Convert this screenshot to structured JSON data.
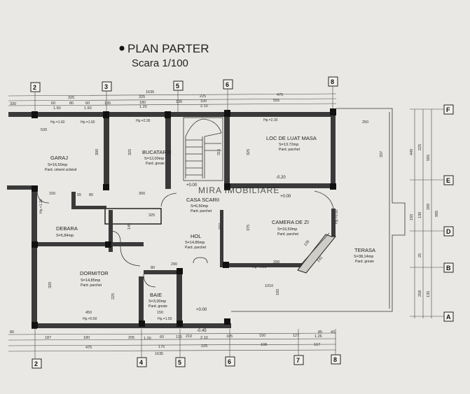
{
  "title": "PLAN PARTER",
  "scale": "Scara 1/100",
  "watermark": "MIRA IMOBILIARE",
  "axes_top": [
    "2",
    "3",
    "5",
    "6",
    "8"
  ],
  "axes_bottom": [
    "2",
    "4",
    "5",
    "6",
    "7",
    "8"
  ],
  "axes_right": [
    "F",
    "E",
    "D",
    "B",
    "A"
  ],
  "rooms": {
    "garaj": {
      "name": "GARAJ",
      "area": "S=16,50mp",
      "floor": "Pard. ciment sclivisit"
    },
    "bucatarie": {
      "name": "BUCATARIE",
      "area": "S=12,00mp",
      "floor": "Pard. gresie"
    },
    "loc_masa": {
      "name": "LOC DE LUAT MASA",
      "area": "S=13.72mp",
      "floor": "Pard. parchet"
    },
    "casa_scarii": {
      "name": "CASA SCARII",
      "area": "S=6,50mp",
      "floor": "Pard. parchet"
    },
    "debara": {
      "name": "DEBARA",
      "area": "S=5,84mp"
    },
    "hol": {
      "name": "HOL",
      "area": "S=14,86mp",
      "floor": "Pard. parchet"
    },
    "camera_zi": {
      "name": "CAMERA DE ZI",
      "area": "S=16,50mp",
      "floor": "Pard. parchet"
    },
    "terasa": {
      "name": "TERASA",
      "area": "S=38,14mp",
      "floor": "Pard. gresie"
    },
    "dormitor": {
      "name": "DORMITOR",
      "area": "S=14,85mp",
      "floor": "Pard. parchet"
    },
    "baie": {
      "name": "BAIE",
      "area": "S=3,00mp",
      "floor": "Pard. gresie"
    }
  },
  "levels": {
    "l1": "+0.00",
    "l2": "+0.00",
    "l3": "+0.00",
    "l4": "-0.20",
    "l5": "-0.45"
  },
  "dims_top": {
    "r1": [
      "325",
      "325",
      "225",
      "475"
    ],
    "total": "1635",
    "r2": [
      "330",
      "60",
      "80",
      "60",
      "135",
      "180",
      "135",
      "100",
      "555"
    ],
    "r3": [
      "1.50",
      "1.50",
      "1.20",
      "2.10"
    ]
  },
  "dims_bottom": {
    "r1": [
      "187",
      "180",
      "205",
      "60",
      "115",
      "210",
      "105",
      "150",
      "127",
      "85",
      "43"
    ],
    "r2": [
      "475",
      "175",
      "225",
      "108",
      "167"
    ],
    "total": "1635",
    "r0": [
      "80",
      "1.20",
      "2.10",
      "1.26"
    ]
  },
  "dims_right": [
    "440",
    "150",
    "225",
    "130",
    "25",
    "200",
    "258",
    "565",
    "985",
    "135"
  ],
  "inner_dims": {
    "garaj_w": "530",
    "garaj_h": "300",
    "buc_h": "325",
    "buc_w": "300",
    "loc_w": "250",
    "loc_h": "325",
    "hol_h": "337",
    "cam_h": "375",
    "cam_w": "290",
    "hol_w": "1010",
    "dorm_h": "320",
    "dorm_w": "450",
    "dorm_h2": "225",
    "baie_w": "150",
    "deb_w": "150",
    "deb_h": "145",
    "terasa_h": "337",
    "stair_w": "325",
    "c1": "55",
    "c2": "80",
    "c3": "80",
    "c4": "125",
    "c5": "165",
    "c6": "126",
    "c7": "241",
    "c8": "315",
    "c9": "300",
    "c10": "290",
    "c11": "80"
  },
  "windows": [
    "Hp.=1.60",
    "Hp.=1.60",
    "Hp.=2.30",
    "Hp.=2.30",
    "Hp.=1.30",
    "Hp.=0.90",
    "Hp.=0.60",
    "Hp.=1.50",
    "Hp.=0.90",
    "Hp.=0.80",
    "Hp.=0.60",
    "Hp.=0.60"
  ]
}
